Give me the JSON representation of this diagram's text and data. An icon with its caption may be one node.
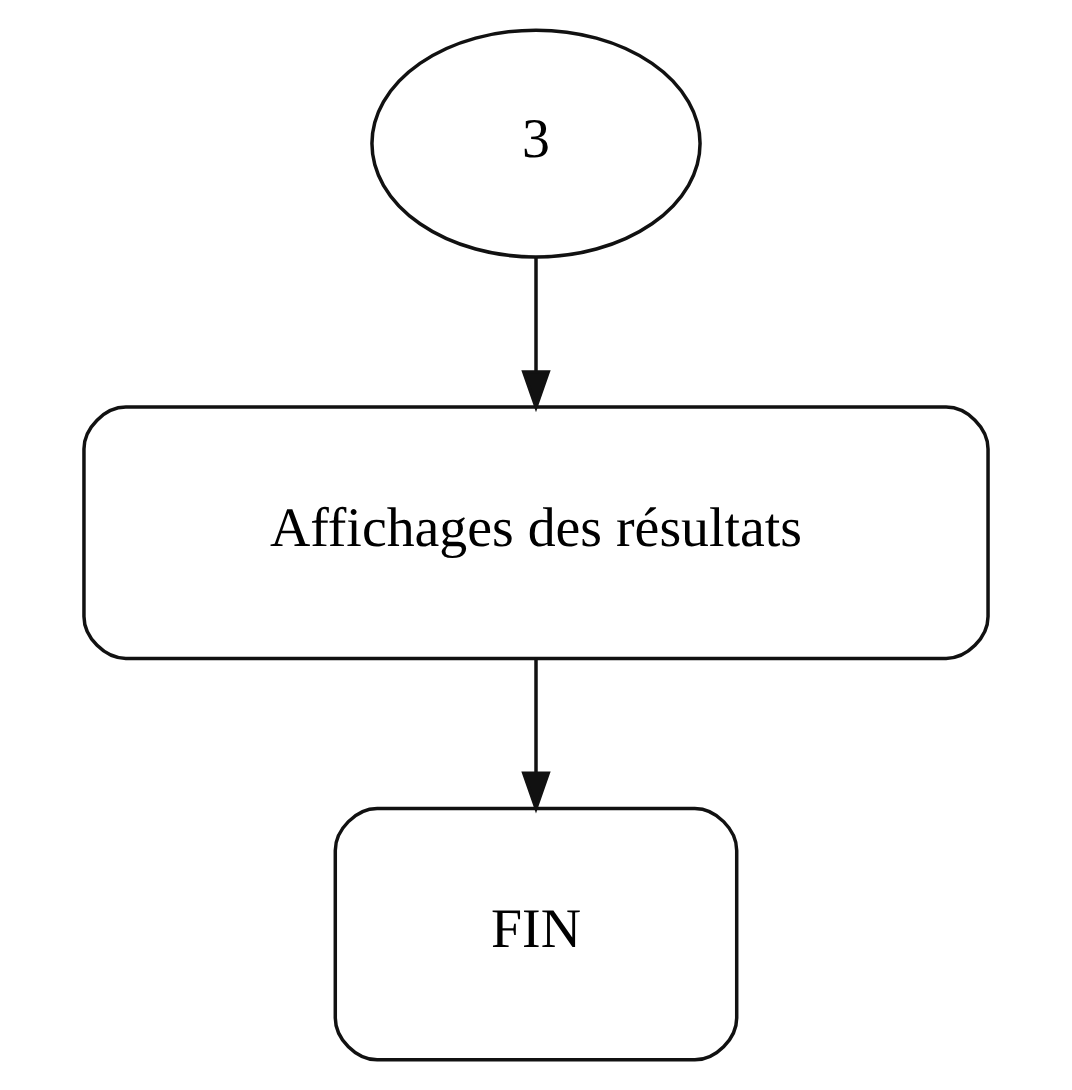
{
  "diagram": {
    "nodes": [
      {
        "text": [
          "3"
        ]
      },
      {
        "text": [
          "Affichages des résultats"
        ]
      },
      {
        "text": [
          "FIN"
        ]
      }
    ],
    "edges": [
      {
        "from": 0,
        "to": 1,
        "arrow": "to"
      },
      {
        "from": 1,
        "to": 2,
        "arrow": "to"
      }
    ]
  }
}
